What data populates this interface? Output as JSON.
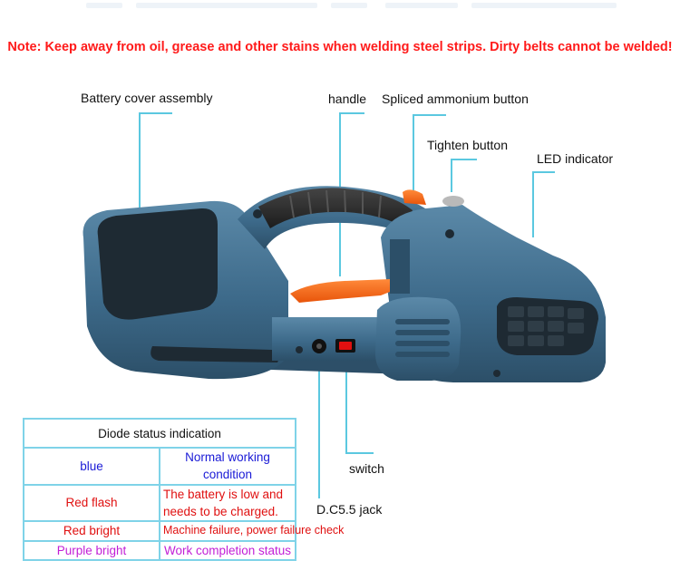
{
  "note": "Note: Keep away from oil, grease and other stains when welding steel strips. Dirty belts cannot be welded!",
  "labels": {
    "battery_cover": "Battery cover assembly",
    "handle": "handle",
    "spliced_button": "Spliced ammonium button",
    "tighten_button": "Tighten button",
    "led_indicator": "LED indicator",
    "switch": "switch",
    "dc_jack": "D.C5.5 jack"
  },
  "table": {
    "title": "Diode status indication",
    "rows": [
      {
        "status": "blue",
        "meaning": "Normal working condition",
        "color": "#1a1ad6"
      },
      {
        "status": "Red flash",
        "meaning": "The battery is low and needs to be charged.",
        "color": "#e01010"
      },
      {
        "status": "Red bright",
        "meaning": "Machine failure, power failure check",
        "color": "#e01010"
      },
      {
        "status": "Purple bright",
        "meaning": "Work completion status",
        "color": "#c21ed6"
      }
    ]
  },
  "colors": {
    "note": "#ff1a1a",
    "leader": "#5bc8e0",
    "table_border": "#7fd3e8",
    "body": "#3d6a8a",
    "trigger": "#ff6a1a",
    "grip": "#2b2b2b"
  }
}
